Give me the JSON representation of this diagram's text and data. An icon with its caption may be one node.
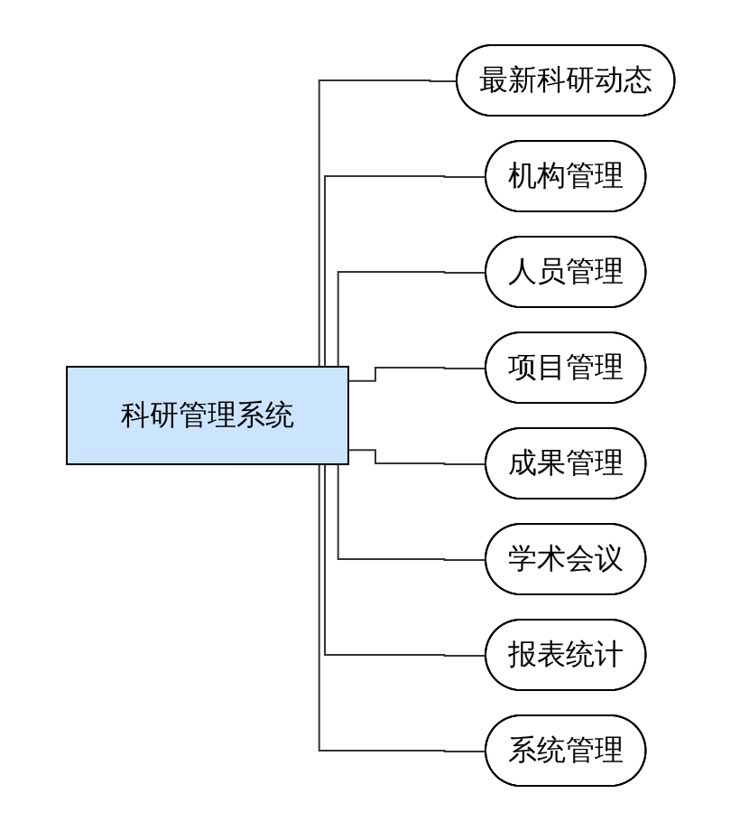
{
  "diagram": {
    "nodes": [
      {
        "text": [
          "科研管理系统"
        ]
      },
      {
        "text": [
          "最新科研动态"
        ]
      },
      {
        "text": [
          "机构管理"
        ]
      },
      {
        "text": [
          "人员管理"
        ]
      },
      {
        "text": [
          "项目管理"
        ]
      },
      {
        "text": [
          "成果管理"
        ]
      },
      {
        "text": [
          "学术会议"
        ]
      },
      {
        "text": [
          "报表统计"
        ]
      },
      {
        "text": [
          "系统管理"
        ]
      }
    ],
    "edges": [
      {
        "from": 0,
        "to": 1,
        "arrow": "none"
      },
      {
        "from": 0,
        "to": 2,
        "arrow": "none"
      },
      {
        "from": 0,
        "to": 3,
        "arrow": "none"
      },
      {
        "from": 0,
        "to": 4,
        "arrow": "none"
      },
      {
        "from": 0,
        "to": 5,
        "arrow": "none"
      },
      {
        "from": 0,
        "to": 6,
        "arrow": "none"
      },
      {
        "from": 0,
        "to": 7,
        "arrow": "none"
      },
      {
        "from": 0,
        "to": 8,
        "arrow": "none"
      }
    ]
  }
}
